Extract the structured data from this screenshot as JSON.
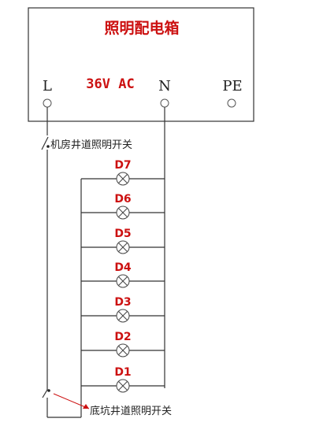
{
  "box": {
    "title": "照明配电箱",
    "voltage": "36V AC",
    "terminals": {
      "L": "L",
      "N": "N",
      "PE": "PE"
    }
  },
  "switches": {
    "top": "机房井道照明开关",
    "bottom": "底坑井道照明开关"
  },
  "lamps": [
    "D7",
    "D6",
    "D5",
    "D4",
    "D3",
    "D2",
    "D1"
  ],
  "colors": {
    "red": "#cc1111",
    "wire": "#333333",
    "arrow": "#cc1111"
  }
}
